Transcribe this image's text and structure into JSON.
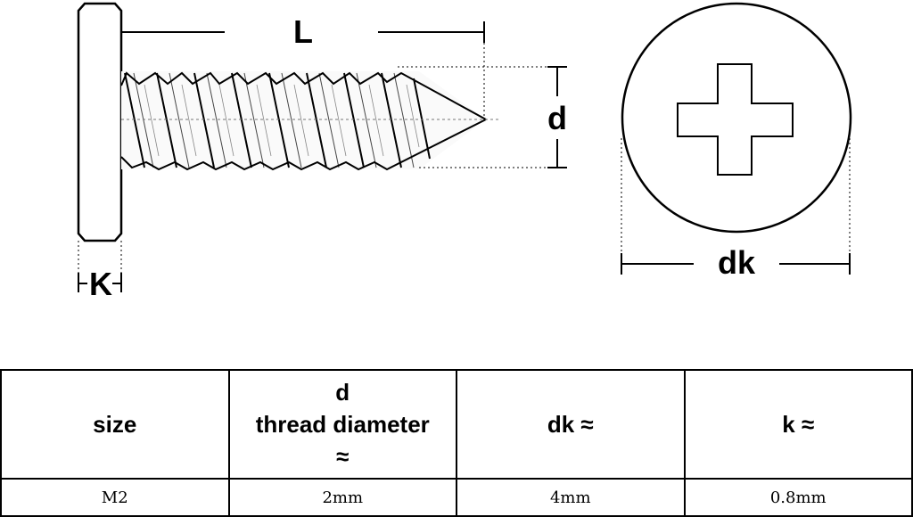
{
  "diagram": {
    "labels": {
      "L": "L",
      "d": "d",
      "K": "K",
      "dk": "dk"
    }
  },
  "table": {
    "headers": [
      {
        "lines": [
          "size"
        ]
      },
      {
        "lines": [
          "d",
          "thread diameter",
          "≈"
        ]
      },
      {
        "lines": [
          "dk ≈"
        ]
      },
      {
        "lines": [
          "k ≈"
        ]
      }
    ],
    "rows": [
      [
        "M2",
        "2mm",
        "4mm",
        "0.8mm"
      ]
    ]
  }
}
